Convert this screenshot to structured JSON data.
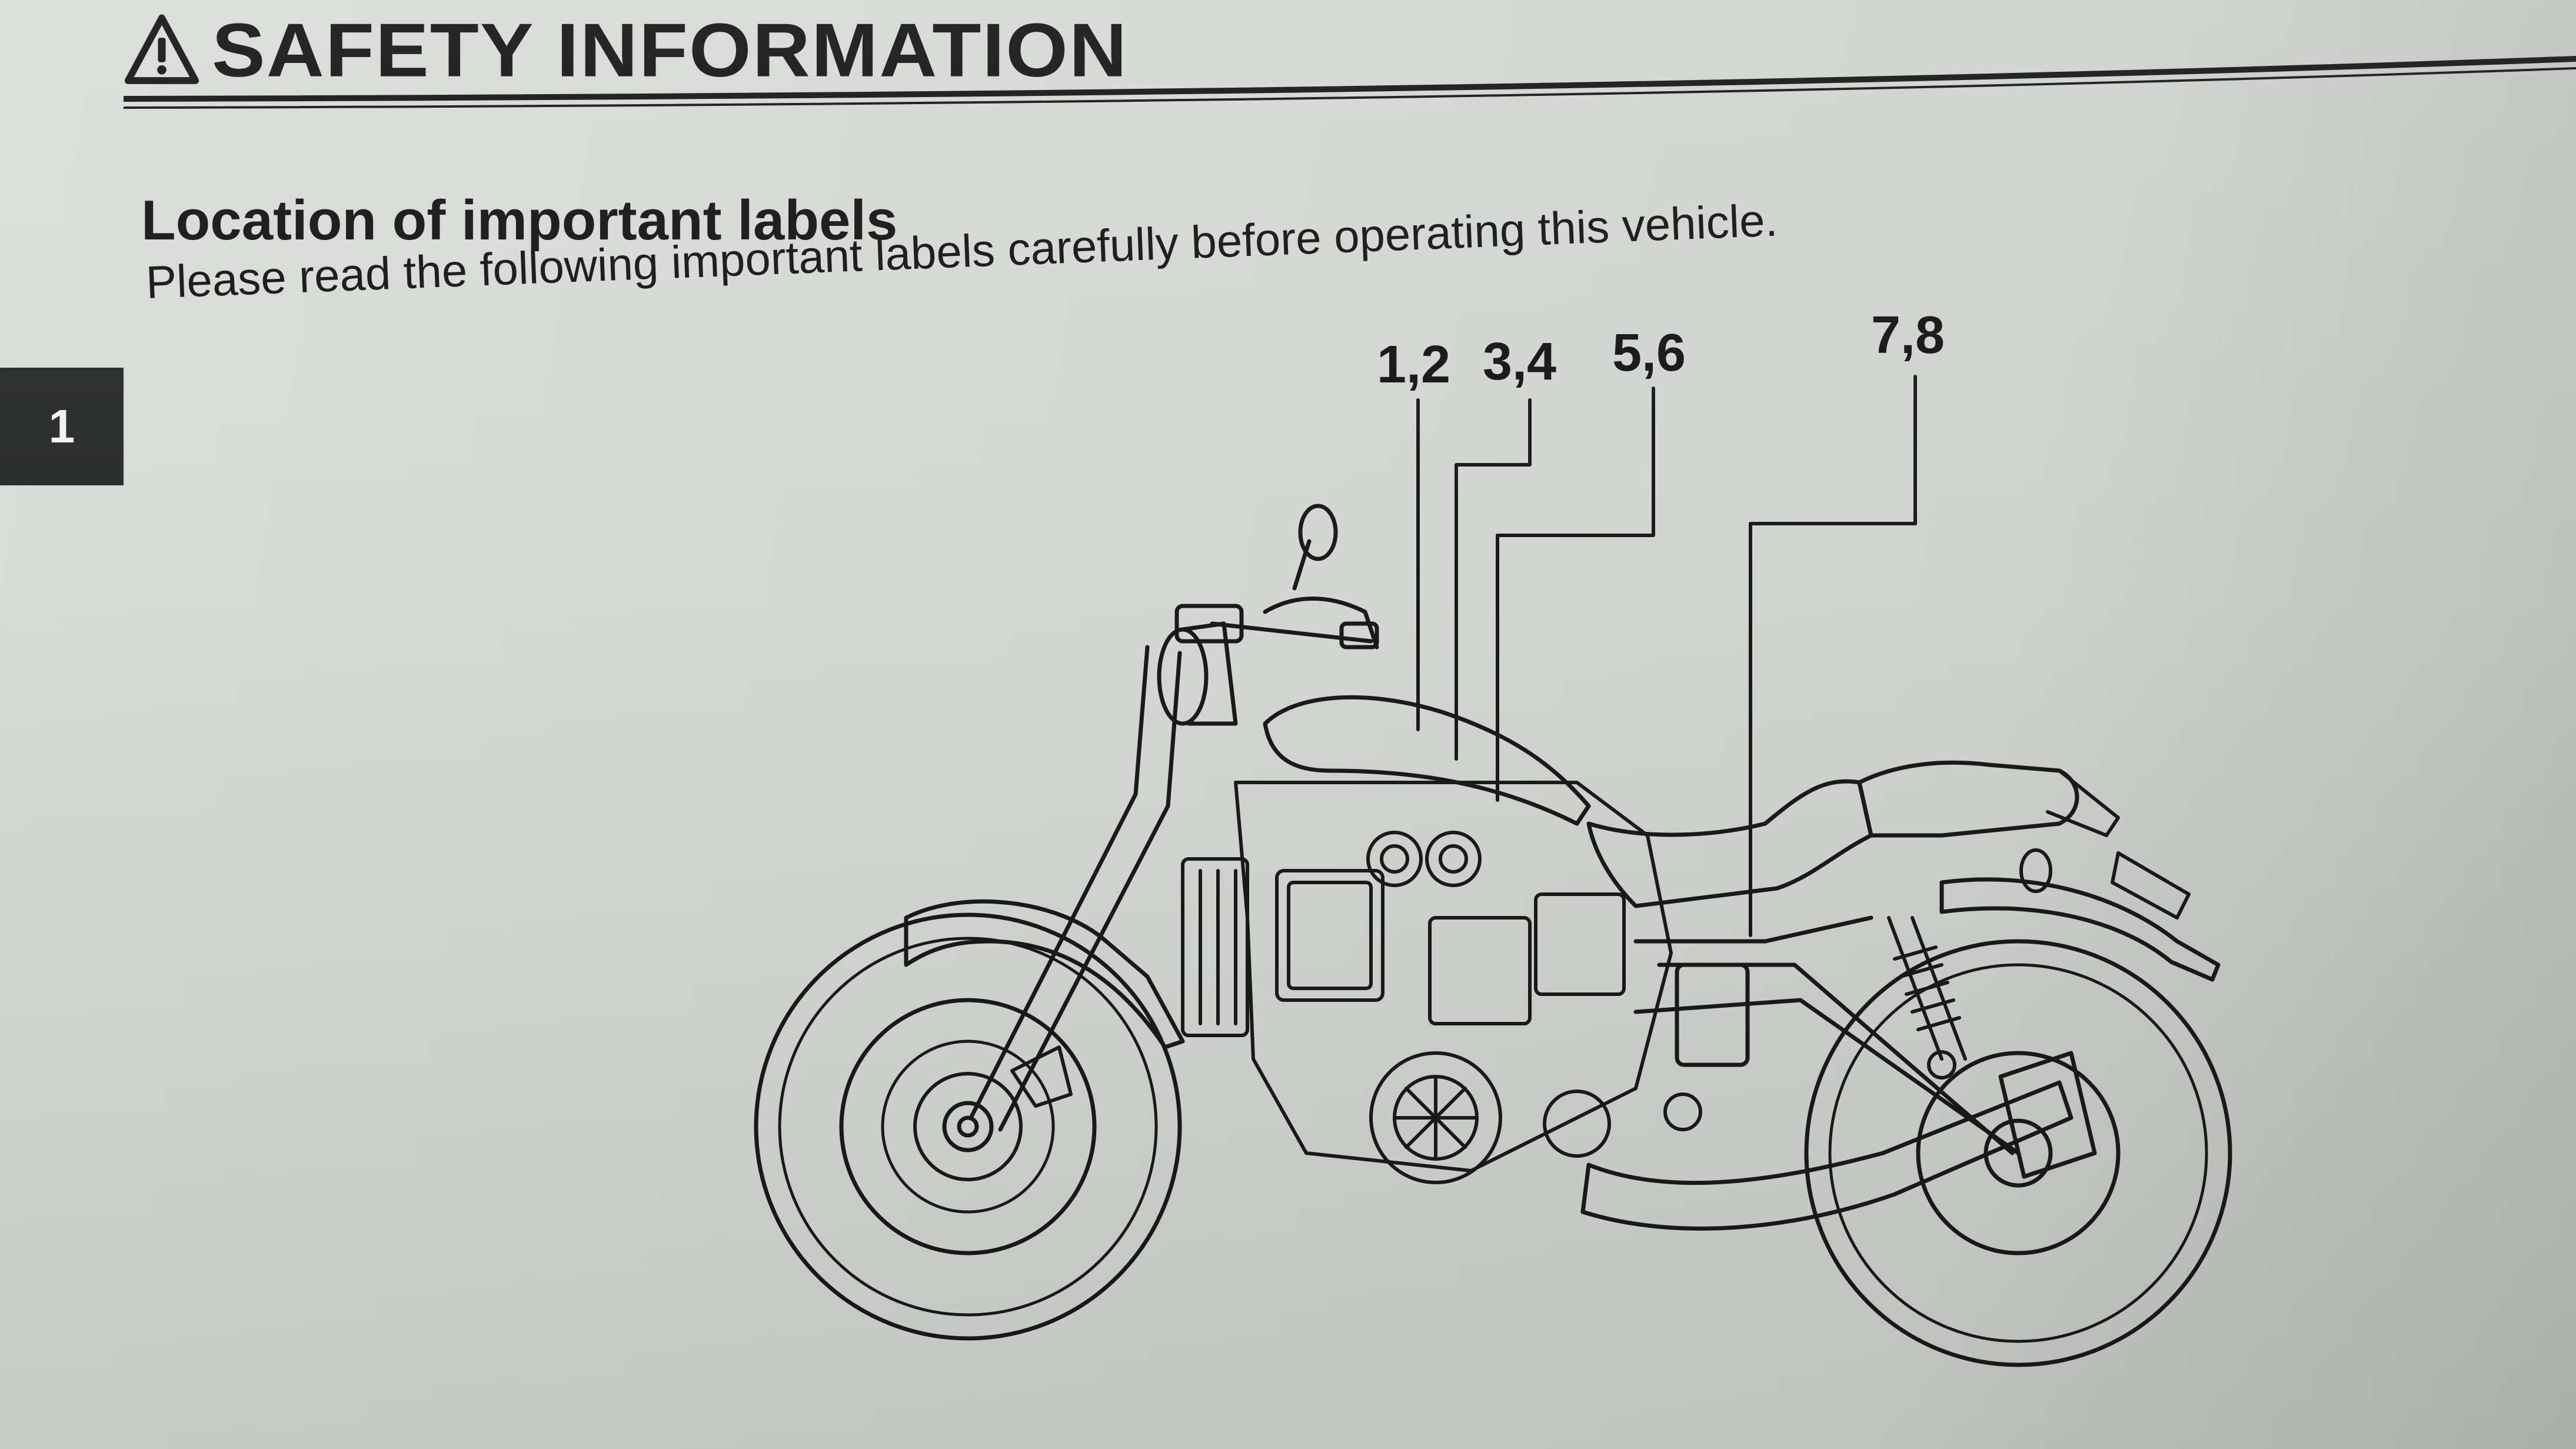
{
  "header": {
    "title": "SAFETY INFORMATION",
    "icon": "warning-triangle-icon"
  },
  "chapter_tab": {
    "number": "1"
  },
  "section": {
    "title": "Location of important labels",
    "intro": "Please read the following important labels carefully before operating this vehicle."
  },
  "diagram": {
    "subject": "motorcycle-line-drawing",
    "callouts": [
      {
        "label": "1,2"
      },
      {
        "label": "3,4"
      },
      {
        "label": "5,6"
      },
      {
        "label": "7,8"
      }
    ]
  },
  "colors": {
    "paper": "#d6d9d5",
    "ink": "#151515",
    "tab": "#2a2c2b"
  }
}
